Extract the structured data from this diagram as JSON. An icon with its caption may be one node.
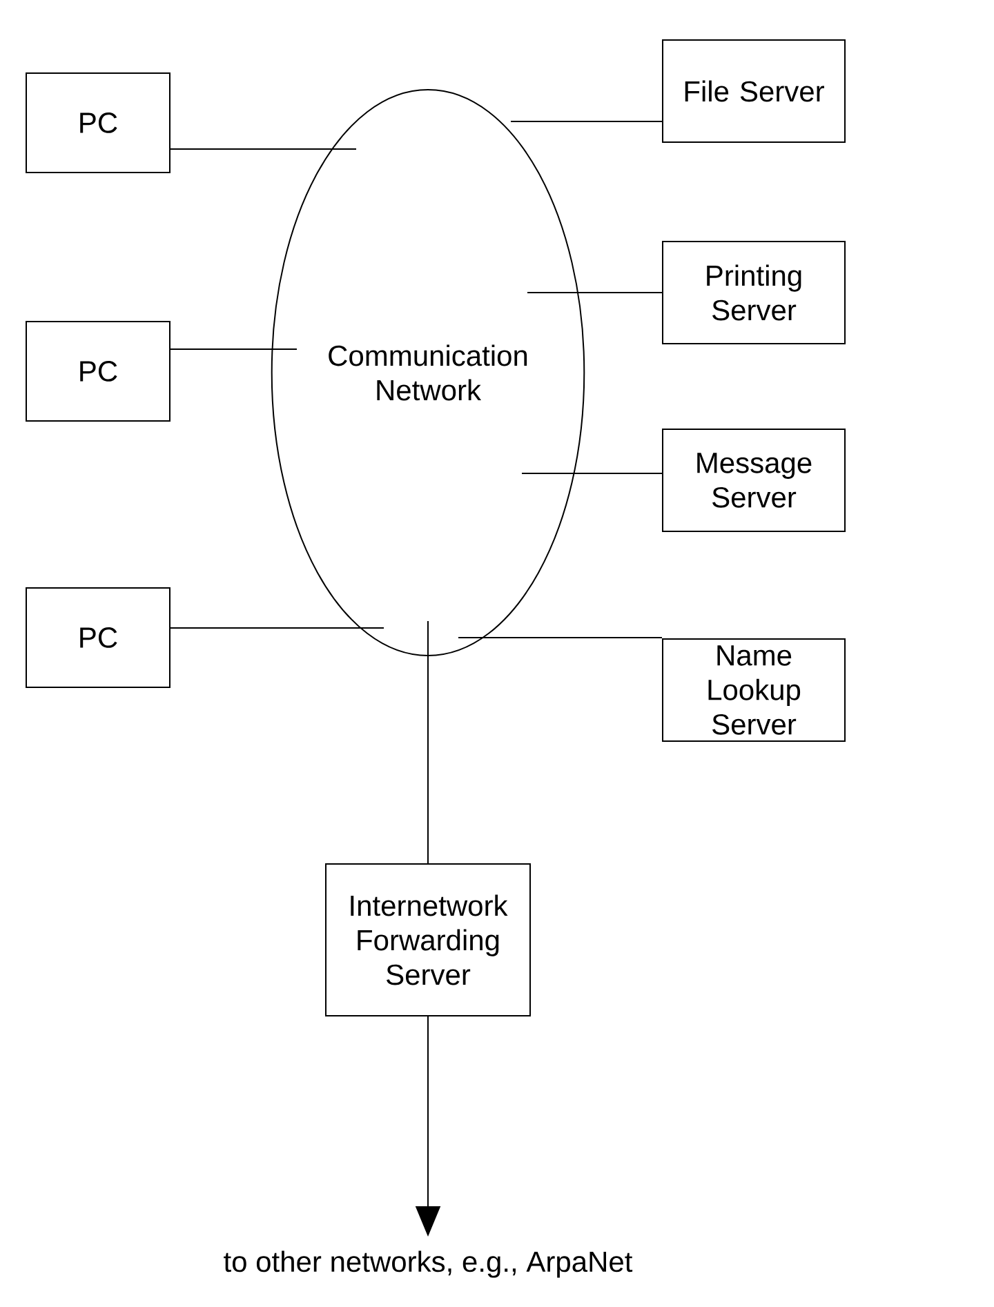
{
  "diagram": {
    "nodes": [
      {
        "text": [
          "Communication Network"
        ]
      },
      {
        "text": [
          "PC"
        ]
      },
      {
        "text": [
          "PC"
        ]
      },
      {
        "text": [
          "PC"
        ]
      },
      {
        "text": [
          "File Server"
        ]
      },
      {
        "text": [
          "Printing Server"
        ]
      },
      {
        "text": [
          "Message Server"
        ]
      },
      {
        "text": [
          "Name Lookup Server"
        ]
      },
      {
        "text": [
          "Internetwork Forwarding Server"
        ]
      },
      {
        "text": [
          "to other networks, e.g., ArpaNet"
        ]
      }
    ],
    "edges": [
      {
        "from": 1,
        "to": 0,
        "arrow": "none"
      },
      {
        "from": 2,
        "to": 0,
        "arrow": "none"
      },
      {
        "from": 3,
        "to": 0,
        "arrow": "none"
      },
      {
        "from": 0,
        "to": 4,
        "arrow": "none"
      },
      {
        "from": 0,
        "to": 5,
        "arrow": "none"
      },
      {
        "from": 0,
        "to": 6,
        "arrow": "none"
      },
      {
        "from": 0,
        "to": 7,
        "arrow": "none"
      },
      {
        "from": 0,
        "to": 8,
        "arrow": "none"
      },
      {
        "from": 8,
        "to": 9,
        "arrow": "to"
      }
    ]
  }
}
